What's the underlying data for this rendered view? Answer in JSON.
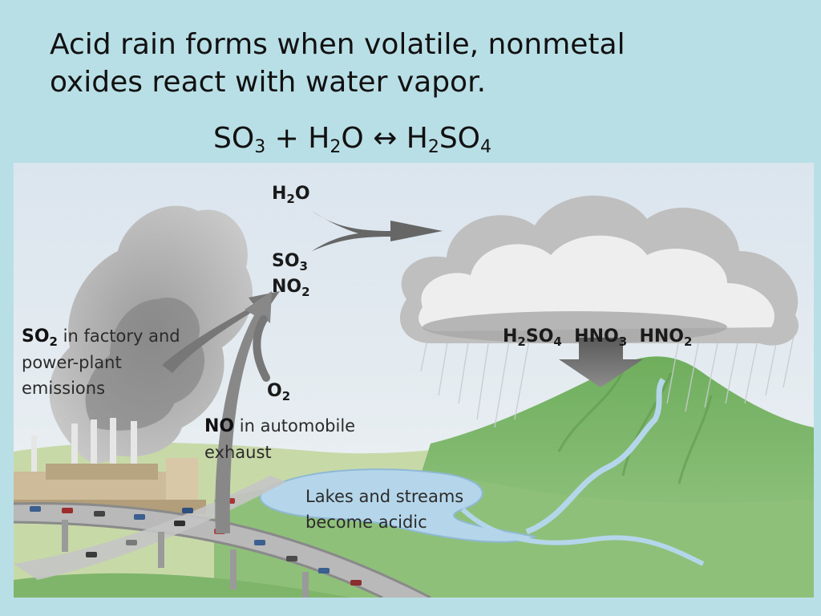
{
  "slide": {
    "title_line1": "Acid rain forms when volatile, nonmetal",
    "title_line2": "oxides react with water vapor.",
    "equation": {
      "so": "SO",
      "so_sub": "3",
      "plus": " + ",
      "h": "H",
      "h_sub": "2",
      "o": "O",
      "arrow": " ↔ ",
      "h2": "H",
      "h2_sub": "2",
      "so2": "SO",
      "so2_sub": "4"
    }
  },
  "figure": {
    "labels": {
      "h2o": {
        "a": "H",
        "sub": "2",
        "b": "O"
      },
      "so3": {
        "a": "SO",
        "sub": "3"
      },
      "no2": {
        "a": "NO",
        "sub": "2"
      },
      "o2": {
        "a": "O",
        "sub": "2"
      },
      "so2_emissions": {
        "chem": "SO",
        "chem_sub": "2",
        "line1": " in factory and",
        "line2": "power-plant",
        "line3": "emissions"
      },
      "no_exhaust": {
        "chem": "NO",
        "line1": " in automobile",
        "line2": "exhaust"
      },
      "acids": {
        "h2so4_a": "H",
        "h2so4_sub1": "2",
        "h2so4_b": "SO",
        "h2so4_sub2": "4",
        "hno3_a": "HNO",
        "hno3_sub": "3",
        "hno2_a": "HNO",
        "hno2_sub": "2"
      },
      "lakes": {
        "line1": "Lakes and streams",
        "line2": "become acidic"
      }
    },
    "colors": {
      "sky": "#dfe8ef",
      "smoke": "#8e8e8e",
      "cloud": "#eeeeee",
      "mountain": "#7fb56b",
      "water": "#b5d6ea",
      "arrow": "#6f6f6f",
      "factory": "#cdbb9a"
    }
  }
}
